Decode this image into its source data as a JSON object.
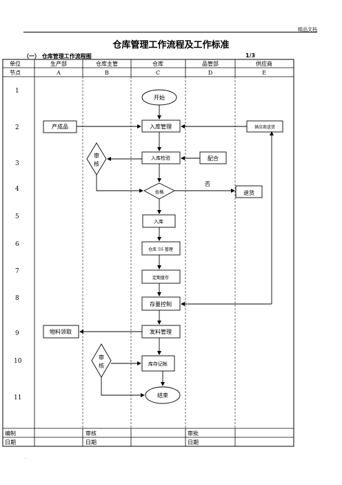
{
  "header": {
    "note": "精品文档"
  },
  "title": "仓库管理工作流程及工作标准",
  "subtitle": "（一） 仓库管理工作流程图",
  "page_number": "1/3",
  "table": {
    "row1_label": "单位",
    "row2_label": "节点",
    "columns": [
      {
        "unit": "生产部",
        "node": "A"
      },
      {
        "unit": "仓库主管",
        "node": "B"
      },
      {
        "unit": "仓库",
        "node": "C"
      },
      {
        "unit": "品管部",
        "node": "D"
      },
      {
        "unit": "供应商",
        "node": "E"
      }
    ],
    "steps": [
      "1",
      "2",
      "3",
      "4",
      "5",
      "6",
      "7",
      "8",
      "9",
      "10",
      "11"
    ]
  },
  "flow": {
    "start": "开始",
    "finished_goods": "产成品",
    "inbound_mgmt": "入库管理",
    "supplier_delivery": "供应商送货",
    "review1_a": "审",
    "review1_b": "核",
    "inbound_inspection": "入库检验",
    "cooperate": "配合",
    "qualified": "合格",
    "no": "否",
    "return_goods": "退货",
    "inbound": "入库",
    "warehouse_5s": "仓库 5S 管理",
    "periodic_count": "定期盘存",
    "inventory_control": "存量控制",
    "material_pick": "物料领取",
    "dispatch_mgmt": "发料管理",
    "review2_a": "审",
    "review2_b": "核",
    "stock_ledger": "库存记帐",
    "end": "结束"
  },
  "footer": {
    "compile": "编制",
    "review": "审核",
    "approve": "审批",
    "date1": "日期",
    "date2": "日期",
    "date3": "日期"
  },
  "bottom_mark": "."
}
